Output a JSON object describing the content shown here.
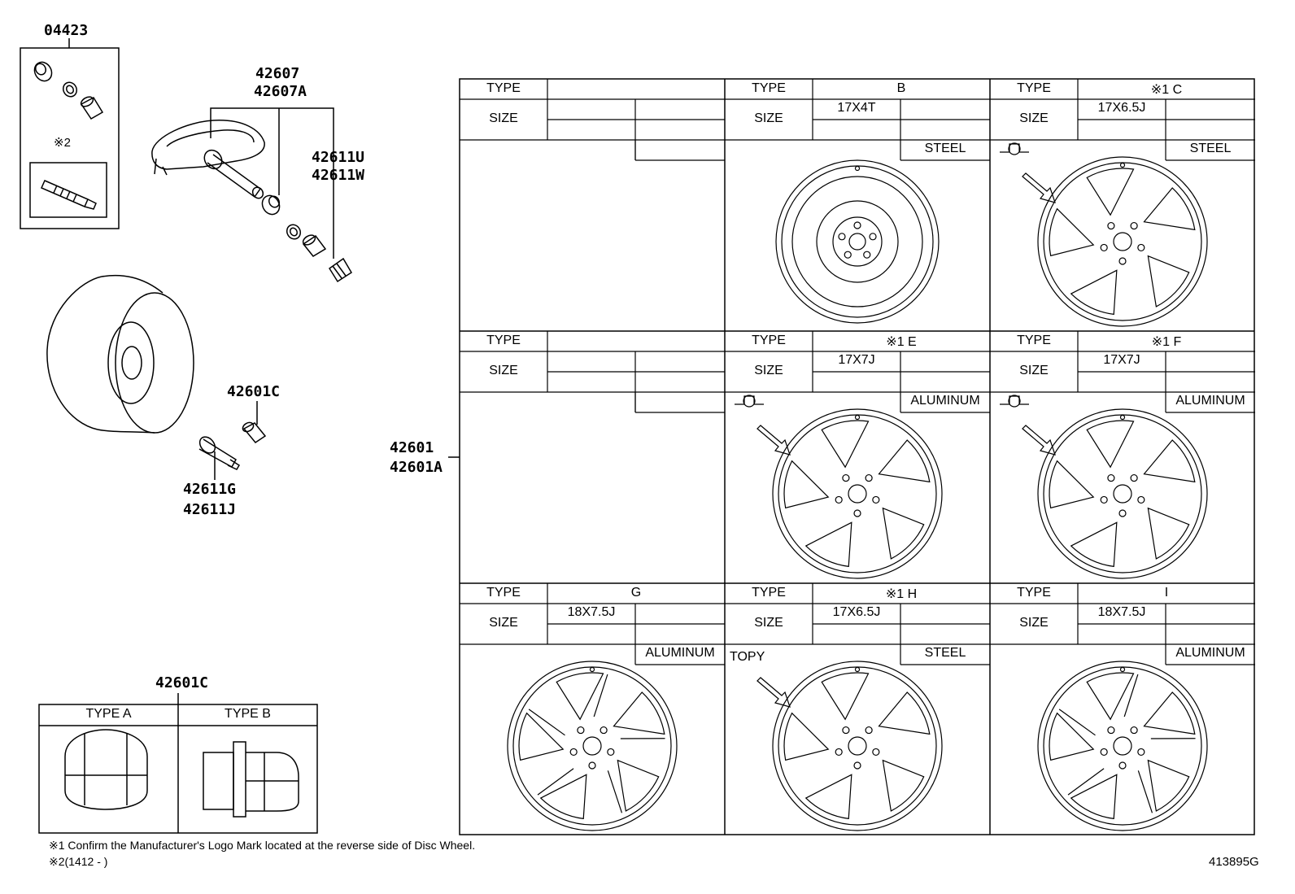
{
  "parts": {
    "p04423": "04423",
    "mark2": "※2",
    "p42607": "42607",
    "p42607a": "42607A",
    "p42611u": "42611U",
    "p42611w": "42611W",
    "p42601c_valve": "42601C",
    "p42611g": "42611G",
    "p42611j": "42611J",
    "p42601": "42601",
    "p42601a": "42601A",
    "p42601c_nut": "42601C"
  },
  "nut_table": {
    "type_a": "TYPE A",
    "type_b": "TYPE B"
  },
  "wheel_table": {
    "type_label": "TYPE",
    "size_label": "SIZE",
    "cells": [
      {
        "type": "",
        "size": "",
        "material": ""
      },
      {
        "type": "B",
        "size": "17X4T",
        "material": "STEEL",
        "wheel_icon": "spare-steel-wheel"
      },
      {
        "type": "※1 C",
        "size": "17X6.5J",
        "material": "STEEL",
        "wheel_icon": "5-spoke-steel-wheel"
      },
      {
        "type": "",
        "size": "",
        "material": ""
      },
      {
        "type": "※1 E",
        "size": "17X7J",
        "material": "ALUMINUM",
        "wheel_icon": "5-double-spoke-alloy-wheel"
      },
      {
        "type": "※1 F",
        "size": "17X7J",
        "material": "ALUMINUM",
        "wheel_icon": "5-spoke-alloy-wheel"
      },
      {
        "type": "G",
        "size": "18X7.5J",
        "material": "ALUMINUM",
        "wheel_icon": "split-spoke-alloy-wheel"
      },
      {
        "type": "※1 H",
        "size": "17X6.5J",
        "material": "STEEL",
        "maker": "TOPY",
        "wheel_icon": "5-spoke-steel-wheel"
      },
      {
        "type": "I",
        "size": "18X7.5J",
        "material": "ALUMINUM",
        "wheel_icon": "split-spoke-alloy-wheel"
      }
    ]
  },
  "notes": {
    "note1": "※1 Confirm the Manufacturer's Logo Mark located at the reverse side of Disc Wheel.",
    "note2": "※2(1412 -       )"
  },
  "diagram_id": "413895G"
}
